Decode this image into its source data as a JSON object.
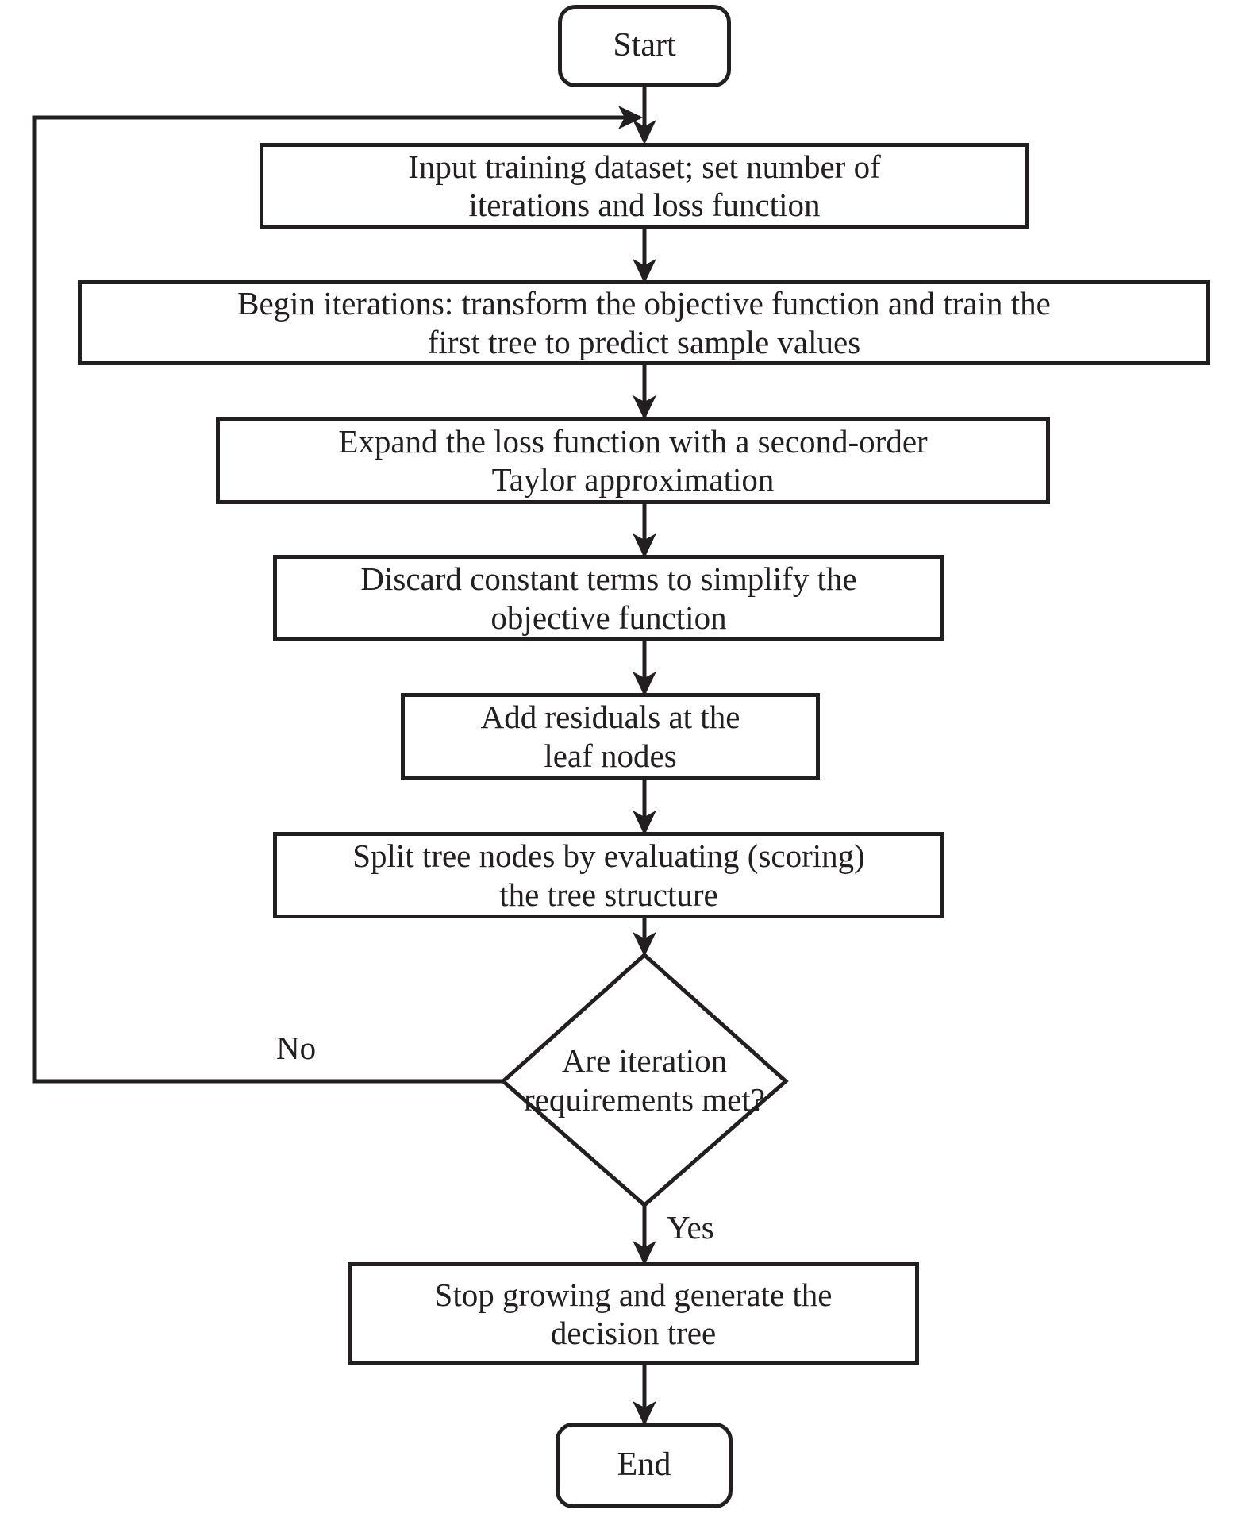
{
  "diagram": {
    "title": "XGBoost model training flowchart",
    "type": "flowchart",
    "stroke_color": "#231f20",
    "fill_color": "#ffffff",
    "nodes": [
      {
        "id": "start",
        "shape": "terminator",
        "text": "Start"
      },
      {
        "id": "input",
        "shape": "process",
        "text": "Input training dataset; set number of\niterations and loss function"
      },
      {
        "id": "begin",
        "shape": "process",
        "text": "Begin iterations: transform the objective function and train the\nfirst tree to predict sample values"
      },
      {
        "id": "expand",
        "shape": "process",
        "text": "Expand the loss function with a second-order\nTaylor approximation"
      },
      {
        "id": "discard",
        "shape": "process",
        "text": "Discard constant terms to simplify the\nobjective function"
      },
      {
        "id": "residuals",
        "shape": "process",
        "text": "Add residuals at the\nleaf nodes"
      },
      {
        "id": "split",
        "shape": "process",
        "text": "Split tree nodes by evaluating (scoring)\nthe tree structure"
      },
      {
        "id": "decision",
        "shape": "diamond",
        "text": "Are iteration\nrequirements met?"
      },
      {
        "id": "stop",
        "shape": "process",
        "text": "Stop growing and generate the\ndecision tree"
      },
      {
        "id": "end",
        "shape": "terminator",
        "text": "End"
      }
    ],
    "edge_labels": {
      "no": "No",
      "yes": "Yes"
    },
    "edges": [
      {
        "from": "start",
        "to": "input",
        "label": ""
      },
      {
        "from": "input",
        "to": "begin",
        "label": ""
      },
      {
        "from": "begin",
        "to": "expand",
        "label": ""
      },
      {
        "from": "expand",
        "to": "discard",
        "label": ""
      },
      {
        "from": "discard",
        "to": "residuals",
        "label": ""
      },
      {
        "from": "residuals",
        "to": "split",
        "label": ""
      },
      {
        "from": "split",
        "to": "decision",
        "label": ""
      },
      {
        "from": "decision",
        "to": "input",
        "label": "No"
      },
      {
        "from": "decision",
        "to": "stop",
        "label": "Yes"
      },
      {
        "from": "stop",
        "to": "end",
        "label": ""
      }
    ]
  }
}
